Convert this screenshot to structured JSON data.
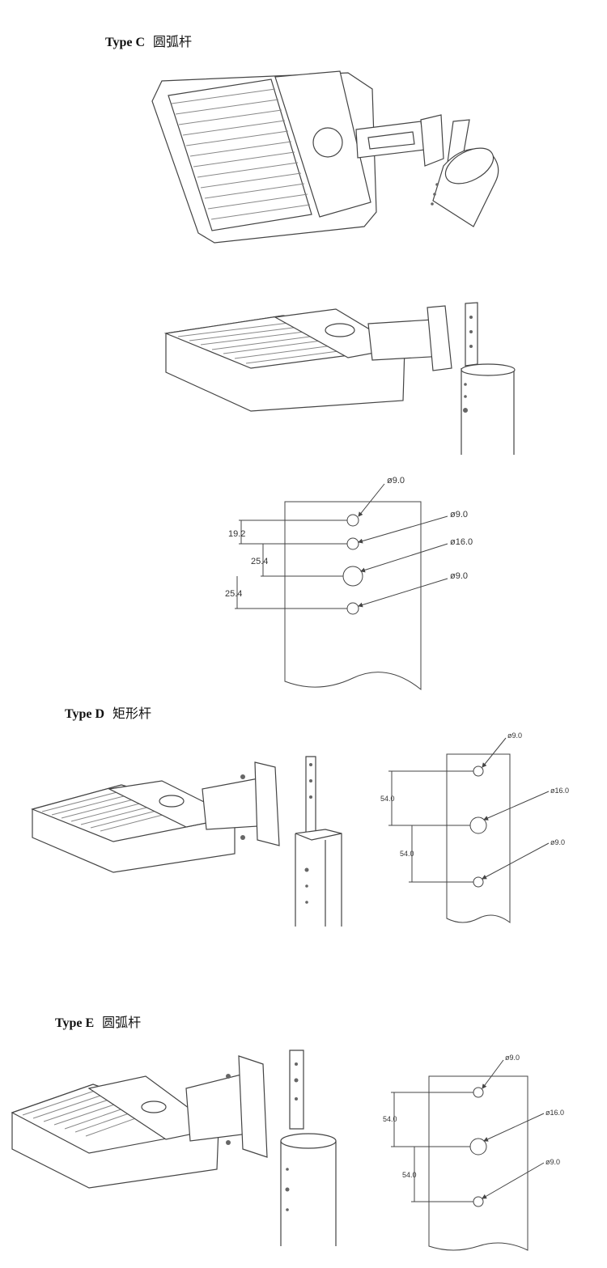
{
  "sections": [
    {
      "id": "type-c",
      "type_label": "Type C",
      "pole_shape": "圆弧杆",
      "callouts": [
        "ø9.0",
        "ø9.0",
        "ø16.0",
        "ø9.0"
      ],
      "dimensions": [
        "19.2",
        "25.4",
        "25.4"
      ]
    },
    {
      "id": "type-d",
      "type_label": "Type D",
      "pole_shape": "矩形杆",
      "callouts": [
        "ø9.0",
        "ø16.0",
        "ø9.0"
      ],
      "dimensions": [
        "54.0",
        "54.0"
      ]
    },
    {
      "id": "type-e",
      "type_label": "Type E",
      "pole_shape": "圆弧杆",
      "callouts": [
        "ø9.0",
        "ø16.0",
        "ø9.0"
      ],
      "dimensions": [
        "54.0",
        "54.0"
      ]
    }
  ],
  "colors": {
    "line": "#444444",
    "fill": "#ffffff",
    "fin": "#9a9a9a"
  }
}
